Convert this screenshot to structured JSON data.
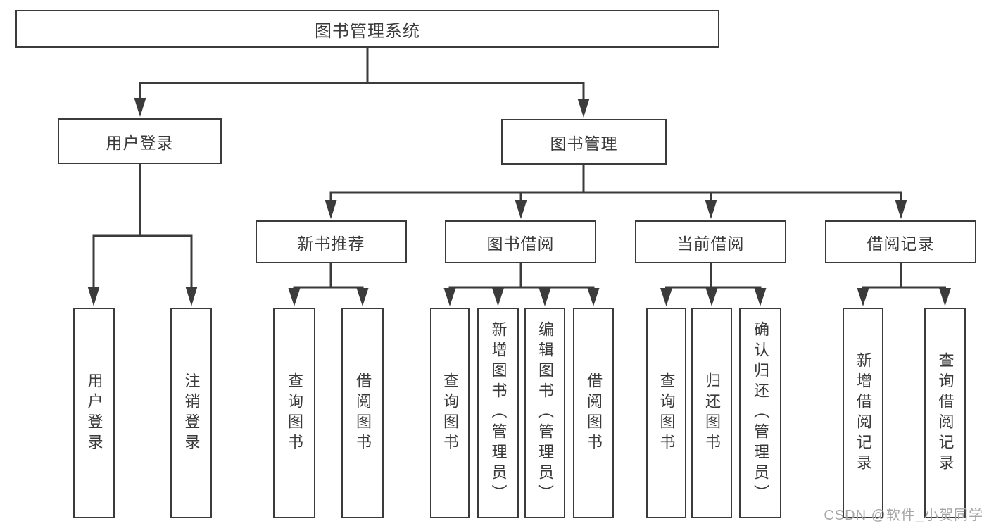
{
  "tree": {
    "root": {
      "label": "图书管理系统"
    },
    "children": [
      {
        "label": "用户登录",
        "children": [
          {
            "label": "用户登录"
          },
          {
            "label": "注销登录"
          }
        ]
      },
      {
        "label": "图书管理",
        "children": [
          {
            "label": "新书推荐",
            "children": [
              {
                "label": "查询图书"
              },
              {
                "label": "借阅图书"
              }
            ]
          },
          {
            "label": "图书借阅",
            "children": [
              {
                "label": "查询图书"
              },
              {
                "label": "新增图书（管理员）"
              },
              {
                "label": "编辑图书（管理员）"
              },
              {
                "label": "借阅图书"
              }
            ]
          },
          {
            "label": "当前借阅",
            "children": [
              {
                "label": "查询图书"
              },
              {
                "label": "归还图书"
              },
              {
                "label": "确认归还（管理员）"
              }
            ]
          },
          {
            "label": "借阅记录",
            "children": [
              {
                "label": "新增借阅记录"
              },
              {
                "label": "查询借阅记录"
              }
            ]
          }
        ]
      }
    ]
  },
  "watermark": "CSDN @软件_小贺同学",
  "colors": {
    "line": "#3b3b3b",
    "text": "#3a3a3a",
    "background": "#ffffff",
    "watermark": "#a6a6a6"
  }
}
